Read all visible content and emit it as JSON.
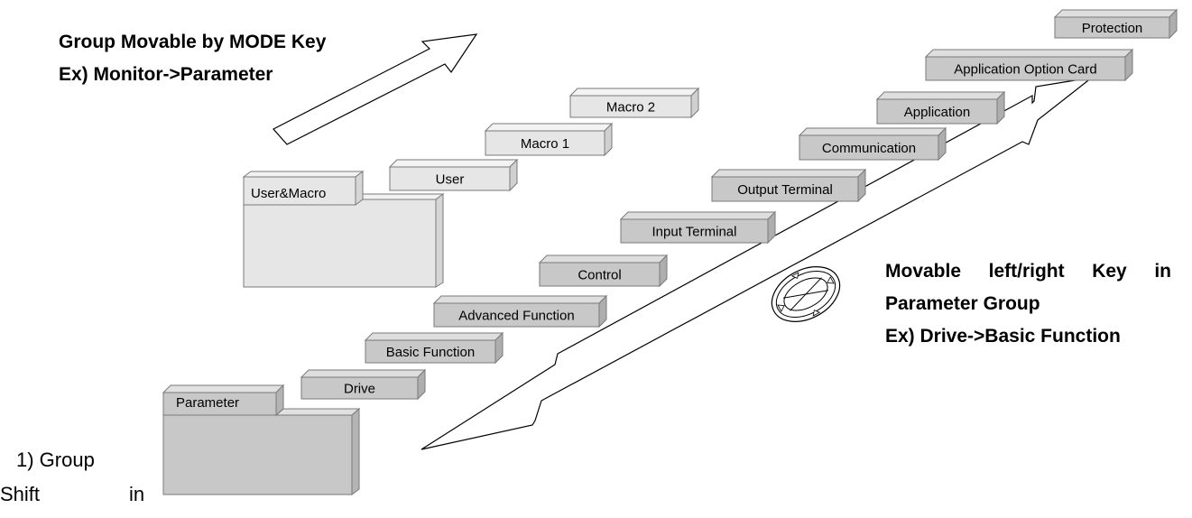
{
  "heading_mode": {
    "line1": "Group Movable by MODE Key",
    "line2": "Ex) Monitor->Parameter"
  },
  "heading_lr": {
    "line1": "Movable left/right Key in",
    "line2": "Parameter Group",
    "line3": "Ex) Drive->Basic Function"
  },
  "section_label": {
    "line1": "1) Group",
    "line2a": "Shift",
    "line2b": "in"
  },
  "folders": {
    "user_macro": "User&Macro",
    "parameter": "Parameter"
  },
  "user_groups": [
    "User",
    "Macro 1",
    "Macro 2"
  ],
  "parameter_groups": [
    "Drive",
    "Basic Function",
    "Advanced Function",
    "Control",
    "Input Terminal",
    "Output Terminal",
    "Communication",
    "Application",
    "Application Option Card",
    "Protection"
  ],
  "colors": {
    "light_fill": "#e6e6e6",
    "dark_fill": "#c8c8c8",
    "outline": "#7a7a7a"
  },
  "icons": {
    "keypad": "directional-keypad-icon"
  }
}
